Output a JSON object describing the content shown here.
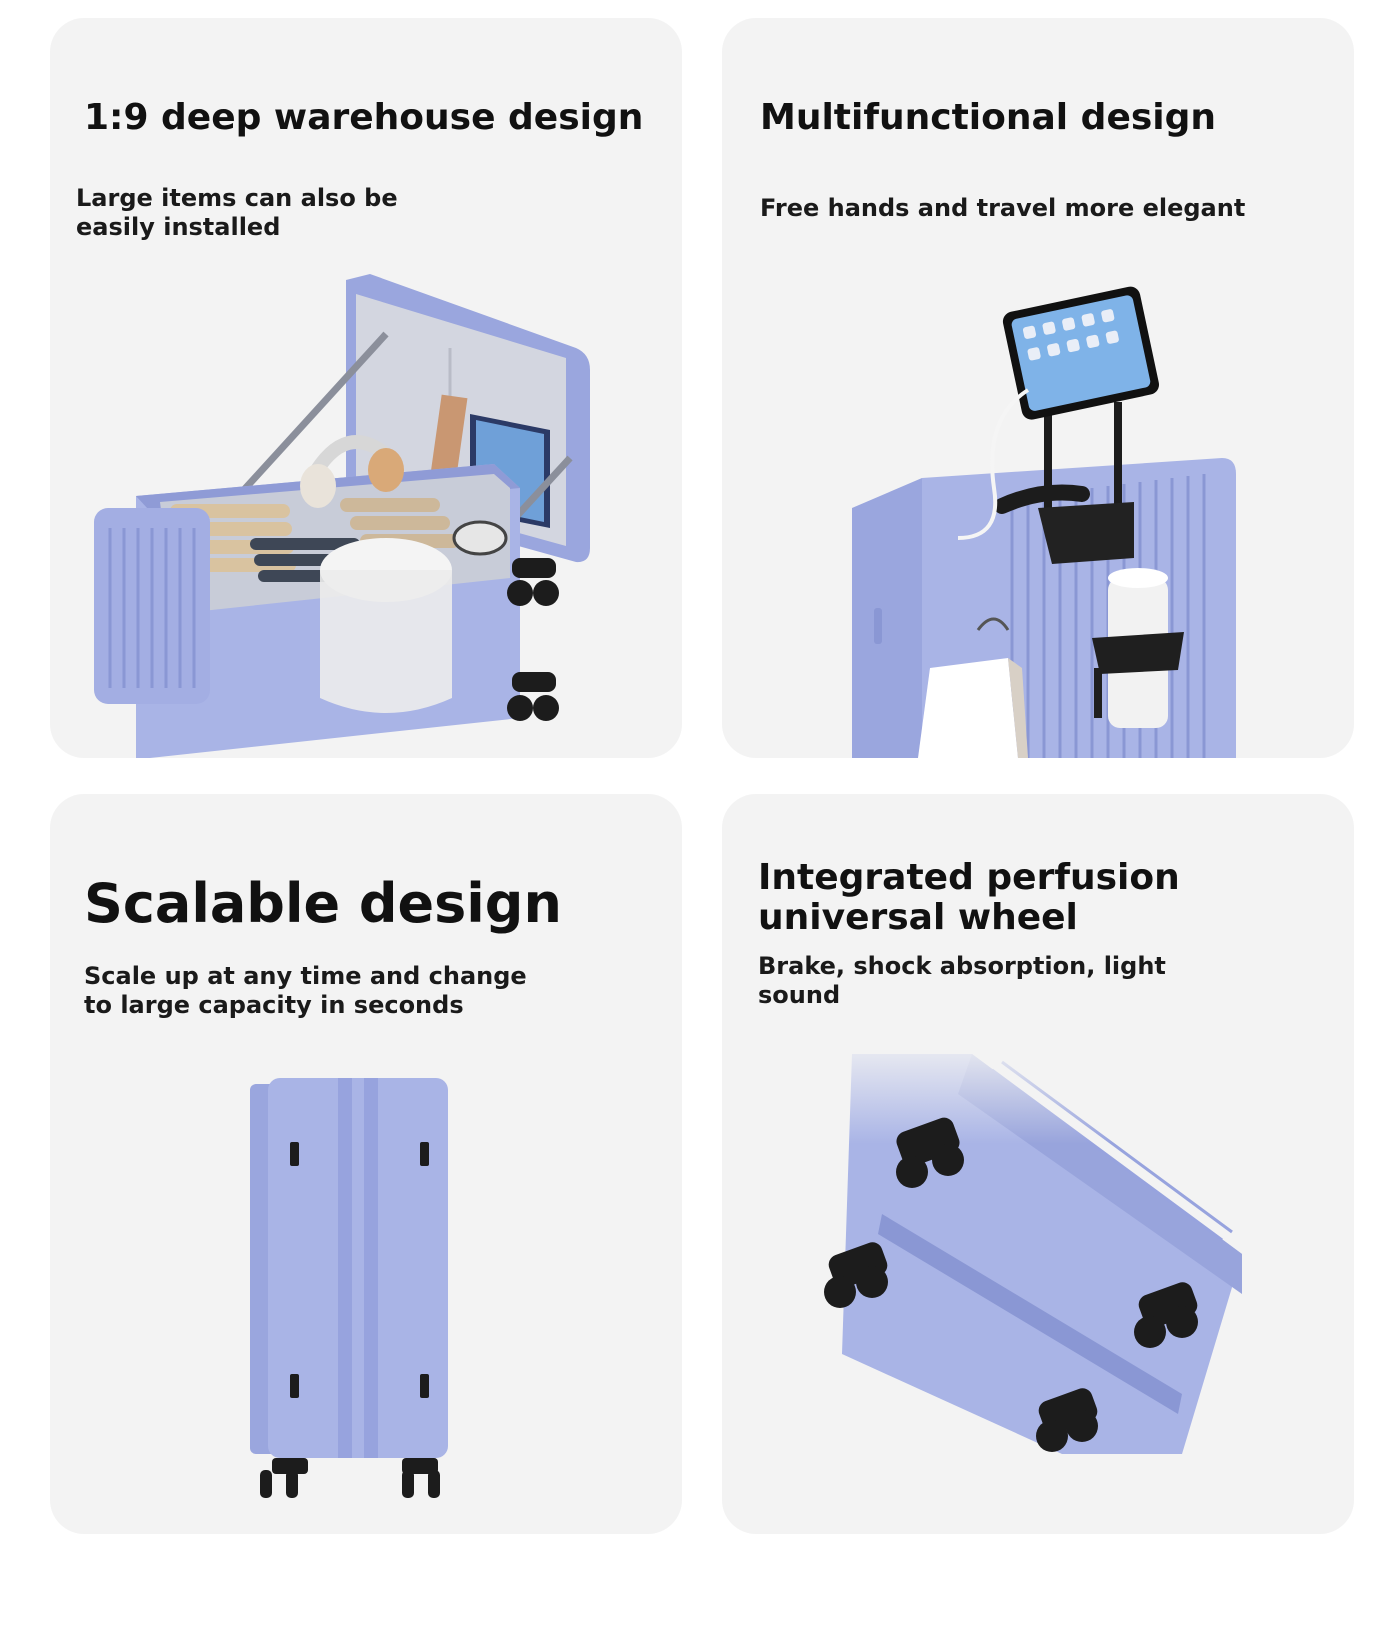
{
  "cards": [
    {
      "title": "1:9 deep warehouse design",
      "subtitle": "Large items can also be easily installed",
      "illustration": "open-suitcase-icon"
    },
    {
      "title": "Multifunctional design",
      "subtitle": "Free hands and travel more elegant",
      "illustration": "suitcase-tablet-cupholder-icon"
    },
    {
      "title": "Scalable design",
      "subtitle": "Scale up at any time and change to large capacity in seconds",
      "illustration": "suitcase-side-icon"
    },
    {
      "title": "Integrated perfusion universal wheel",
      "subtitle": "Brake, shock absorption, light sound",
      "illustration": "suitcase-wheels-icon"
    }
  ],
  "colors": {
    "card_background": "#f3f3f3",
    "suitcase_body": "#a9b4e6",
    "suitcase_shadow": "#8a97d4",
    "wheel": "#1c1c1c"
  }
}
